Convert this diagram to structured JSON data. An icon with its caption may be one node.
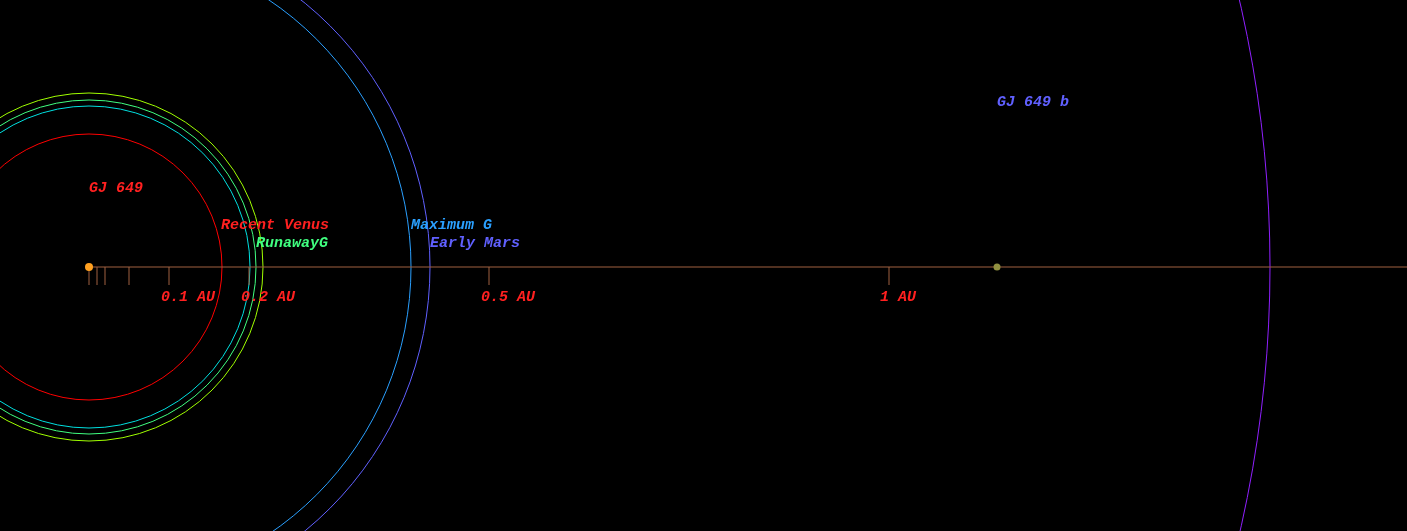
{
  "diagram": {
    "labels": [
      "GJ 649 b",
      "GJ 649",
      "Recent Venus",
      "Maximum G",
      "RunawayG",
      "Early Mars",
      "0.1 AU",
      "0.2 AU",
      "0.5 AU",
      "1 AU"
    ]
  }
}
